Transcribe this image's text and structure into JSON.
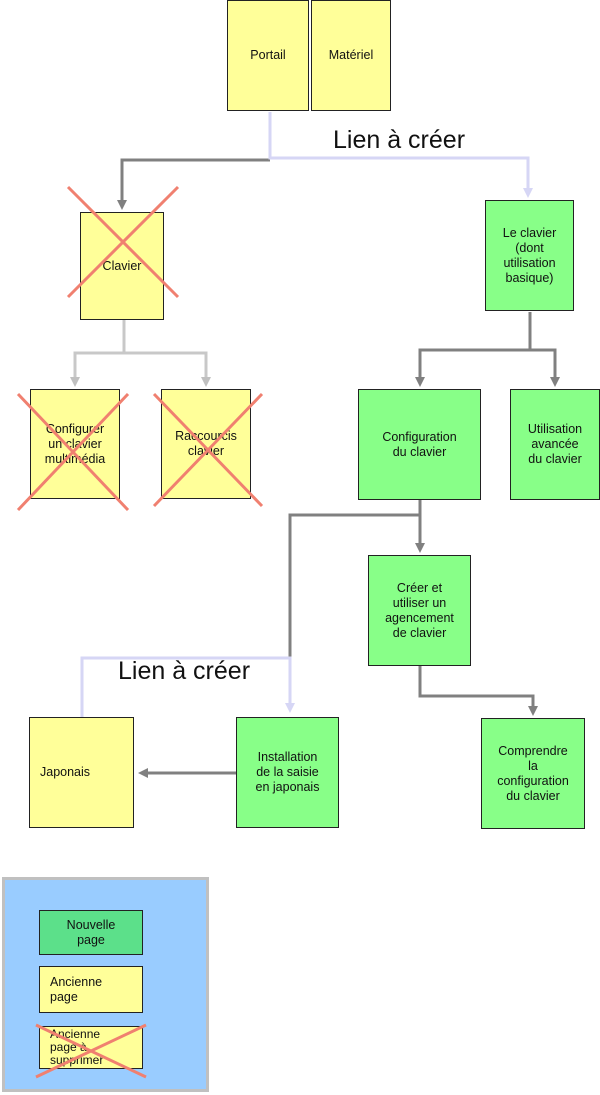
{
  "nodes": {
    "portail": "Portail",
    "materiel": "Matériel",
    "clavier": "Clavier",
    "configurer": "Configurer\nun clavier\nmultimédia",
    "raccourcis": "Raccourcis\nclavier",
    "le_clavier": "Le clavier\n(dont\nutilisation\nbasique)",
    "configuration": "Configuration\ndu clavier",
    "utilisation": "Utilisation\navancée\ndu clavier",
    "creer": "Créer et\nutiliser un\nagencement\nde clavier",
    "japonais": "Japonais",
    "installation": "Installation\nde la saisie\nen japonais",
    "comprendre": "Comprendre\nla\nconfiguration\ndu clavier"
  },
  "labels": {
    "lien_top": "Lien à créer",
    "lien_bottom": "Lien à créer"
  },
  "legend": {
    "nouvelle": "Nouvelle\npage",
    "ancienne": "Ancienne\npage",
    "supprimer": "Ancienne\npage          à\nsupprimer"
  },
  "colors": {
    "new_page": "#88ff88",
    "old_page": "#ffff99",
    "delete_cross": "#f08070",
    "arrow_dark": "#808080",
    "arrow_light": "#c8c8c8",
    "arrow_link": "#d6d6f5",
    "legend_bg": "#99ccff"
  }
}
